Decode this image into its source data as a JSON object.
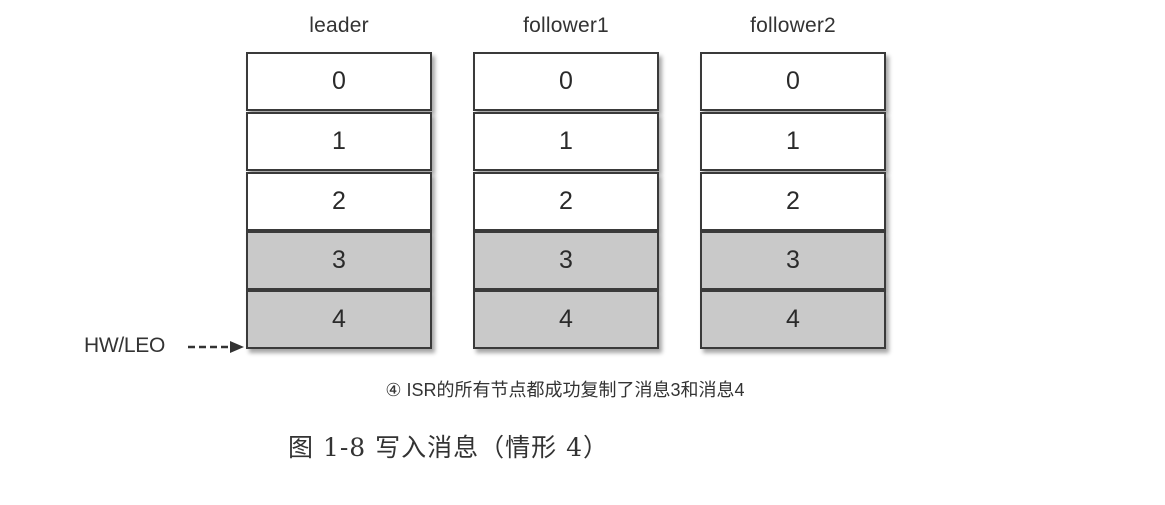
{
  "columns": [
    {
      "title": "leader",
      "cells": [
        {
          "label": "0",
          "committed": false
        },
        {
          "label": "1",
          "committed": false
        },
        {
          "label": "2",
          "committed": false
        },
        {
          "label": "3",
          "committed": true
        },
        {
          "label": "4",
          "committed": true
        }
      ]
    },
    {
      "title": "follower1",
      "cells": [
        {
          "label": "0",
          "committed": false
        },
        {
          "label": "1",
          "committed": false
        },
        {
          "label": "2",
          "committed": false
        },
        {
          "label": "3",
          "committed": true
        },
        {
          "label": "4",
          "committed": true
        }
      ]
    },
    {
      "title": "follower2",
      "cells": [
        {
          "label": "0",
          "committed": false
        },
        {
          "label": "1",
          "committed": false
        },
        {
          "label": "2",
          "committed": false
        },
        {
          "label": "3",
          "committed": true
        },
        {
          "label": "4",
          "committed": true
        }
      ]
    }
  ],
  "marker": {
    "label": "HW/LEO"
  },
  "step_caption": "④ ISR的所有节点都成功复制了消息3和消息4",
  "figure_caption": "图 1-8   写入消息（情形 4）",
  "colors": {
    "uncommitted_fill": "#ffffff",
    "committed_fill": "#c9c9c9",
    "border": "#3a3a3a"
  }
}
